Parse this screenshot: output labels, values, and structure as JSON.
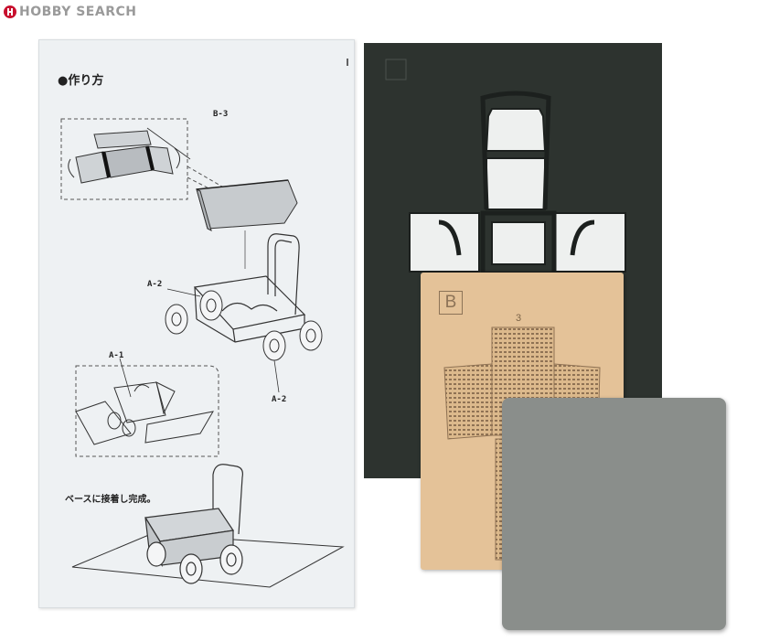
{
  "brand": {
    "name": "HOBBY SEARCH",
    "accent": "#c8102e"
  },
  "manual": {
    "heading": "●作り方",
    "final_step": "ベースに接着し完成。",
    "labels": [
      "B-3",
      "A-2",
      "A-2",
      "A-1"
    ]
  },
  "kit": {
    "dark_sheet_color": "#2d332f",
    "tan_sheet": {
      "letter": "B",
      "number": "3",
      "color": "#e4c298"
    },
    "gray_sheet_color": "#8a8e8b"
  }
}
